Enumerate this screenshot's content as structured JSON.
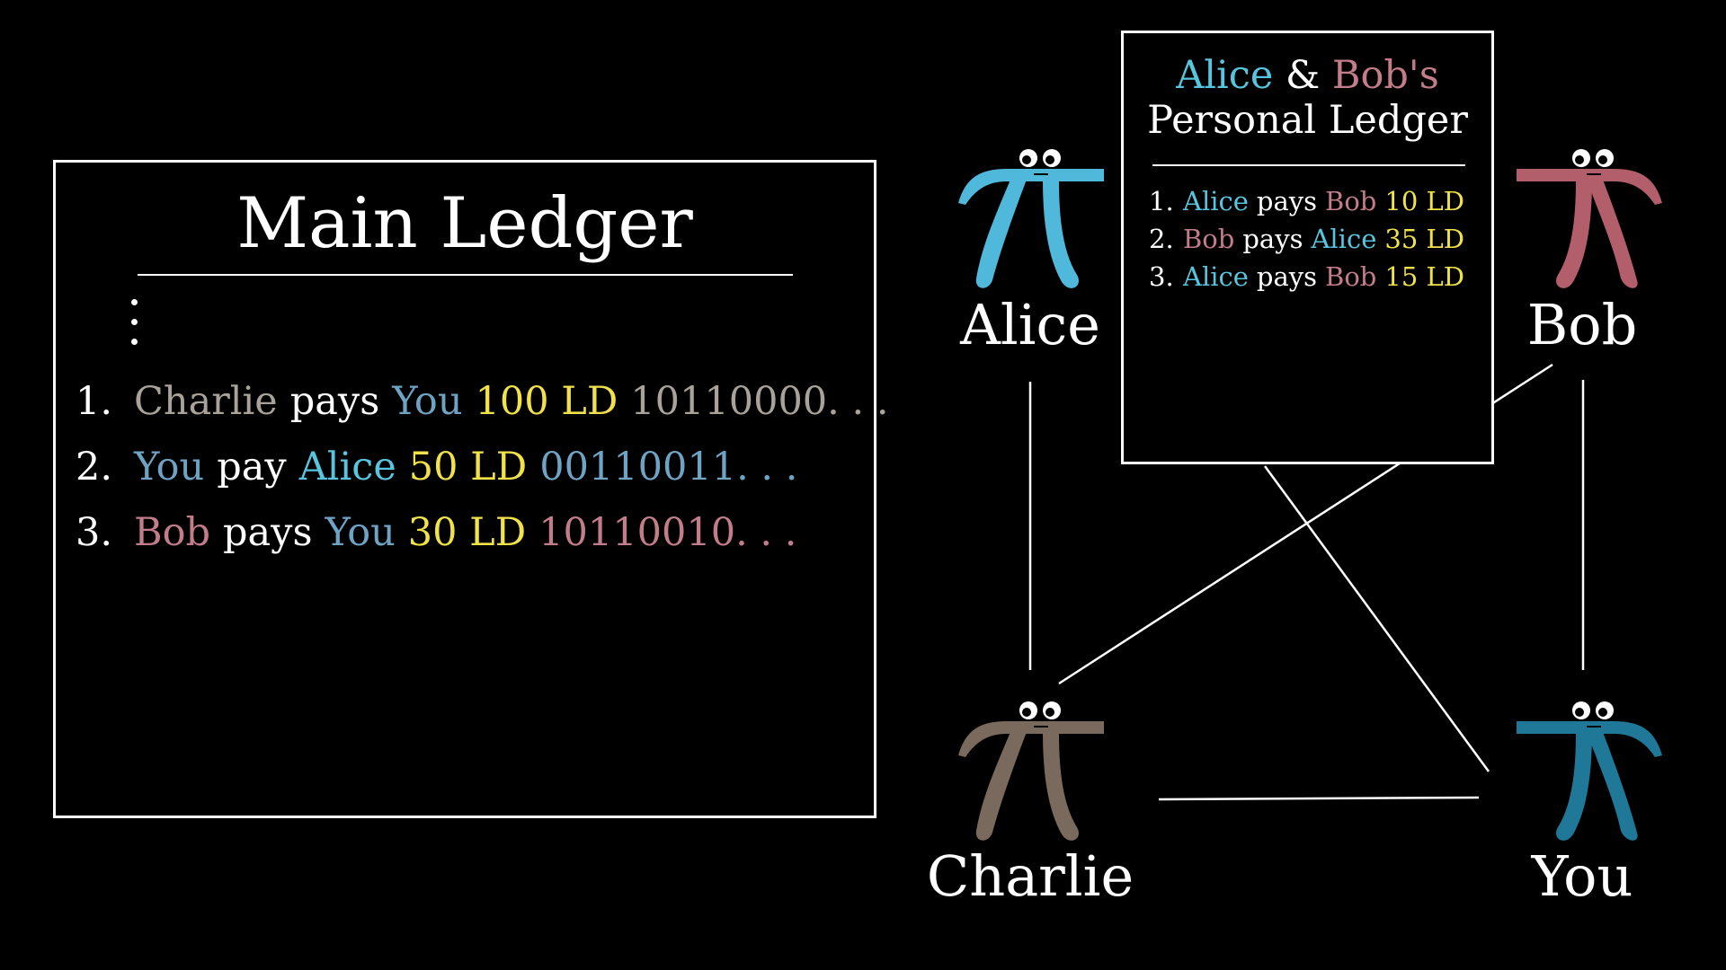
{
  "colors": {
    "alice": "#58c4dd",
    "bob": "#c27c8a",
    "charlie": "#a8a29a",
    "you": "#6fa3c4",
    "amount": "#f2e24a",
    "white": "#ffffff",
    "alice_pi": "#4fb8db",
    "bob_pi": "#b35e6b",
    "charlie_pi": "#7a6a5d",
    "you_pi": "#1f7897"
  },
  "main_ledger": {
    "title": "Main Ledger",
    "rows": [
      {
        "num": "1.",
        "from": "Charlie",
        "verb": "pays",
        "to": "You",
        "amount": "100 LD",
        "sig": "10110000. . ."
      },
      {
        "num": "2.",
        "from": "You",
        "verb": "pay",
        "to": "Alice",
        "amount": "50 LD",
        "sig": "00110011. . ."
      },
      {
        "num": "3.",
        "from": "Bob",
        "verb": "pays",
        "to": "You",
        "amount": "30 LD",
        "sig": "10110010. . ."
      }
    ]
  },
  "personal_ledger": {
    "title_alice": "Alice",
    "title_amp": "&",
    "title_bob": "Bob's",
    "title_line2": "Personal Ledger",
    "rows": [
      {
        "num": "1.",
        "from": "Alice",
        "verb": "pays",
        "to": "Bob",
        "amount": "10 LD"
      },
      {
        "num": "2.",
        "from": "Bob",
        "verb": "pays",
        "to": "Alice",
        "amount": "35 LD"
      },
      {
        "num": "3.",
        "from": "Alice",
        "verb": "pays",
        "to": "Bob",
        "amount": "15 LD"
      }
    ]
  },
  "people": {
    "alice": "Alice",
    "bob": "Bob",
    "charlie": "Charlie",
    "you": "You"
  }
}
